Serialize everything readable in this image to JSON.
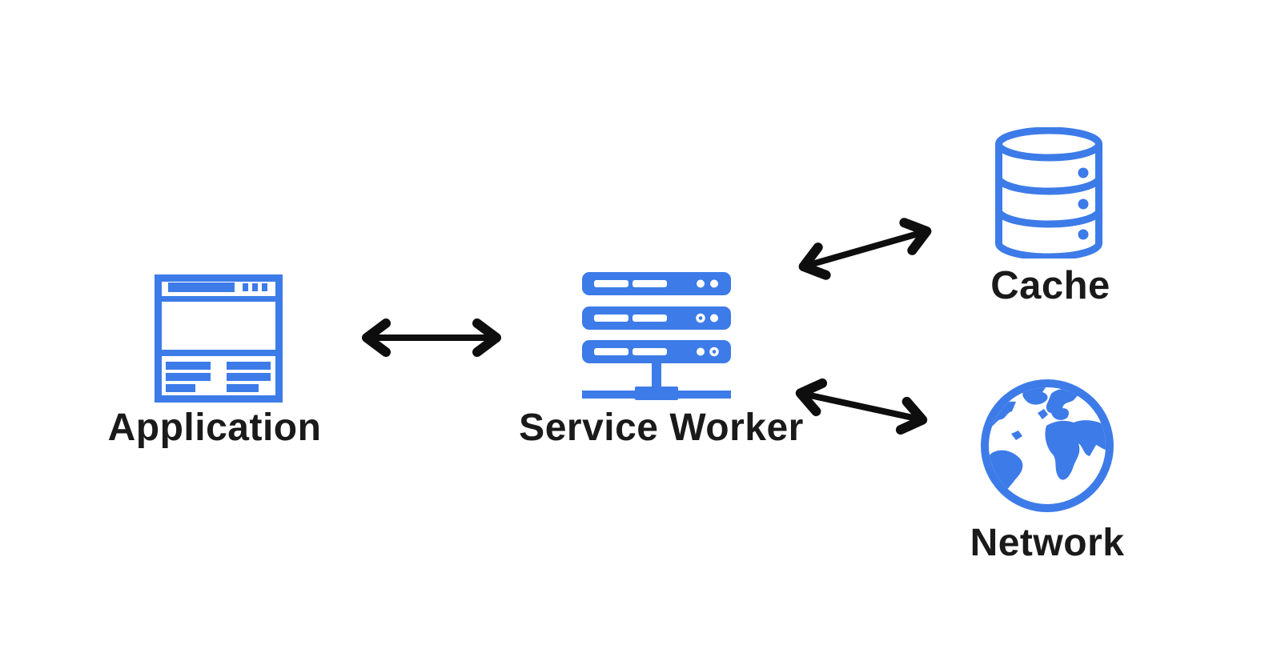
{
  "diagram": {
    "nodes": {
      "application": {
        "label": "Application",
        "icon": "browser-window-icon"
      },
      "service_worker": {
        "label": "Service Worker",
        "icon": "server-rack-icon"
      },
      "cache": {
        "label": "Cache",
        "icon": "database-cylinder-icon"
      },
      "network": {
        "label": "Network",
        "icon": "globe-icon"
      }
    },
    "edges": [
      {
        "from": "Application",
        "to": "Service Worker",
        "style": "bidirectional-arrow"
      },
      {
        "from": "Service Worker",
        "to": "Cache",
        "style": "bidirectional-arrow"
      },
      {
        "from": "Service Worker",
        "to": "Network",
        "style": "bidirectional-arrow"
      }
    ],
    "colors": {
      "icon_blue": "#3d7be8",
      "arrow_black": "#0e0e0e",
      "label_text": "#1a1a1a",
      "background": "#ffffff"
    }
  }
}
